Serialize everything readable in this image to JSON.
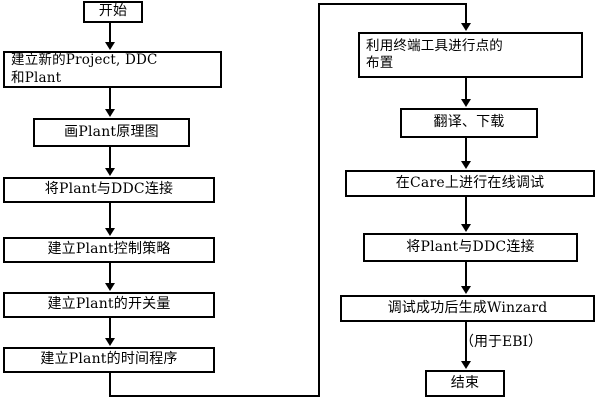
{
  "chart_data": {
    "type": "diagram",
    "title": "",
    "orientation": "two-column top-to-bottom",
    "nodes": [
      {
        "id": "start",
        "label": "开始",
        "shape": "rectangle",
        "column": "left"
      },
      {
        "id": "new-project",
        "label": "建立新的Project, DDC\n和Plant",
        "shape": "rectangle",
        "column": "left"
      },
      {
        "id": "draw-plant",
        "label": "画Plant原理图",
        "shape": "rectangle",
        "column": "left"
      },
      {
        "id": "link-ddc-1",
        "label": "将Plant与DDC连接",
        "shape": "rectangle",
        "column": "left"
      },
      {
        "id": "strategy",
        "label": "建立Plant控制策略",
        "shape": "rectangle",
        "column": "left"
      },
      {
        "id": "switch",
        "label": "建立Plant的开关量",
        "shape": "rectangle",
        "column": "left"
      },
      {
        "id": "schedule",
        "label": "建立Plant的时间程序",
        "shape": "rectangle",
        "column": "left"
      },
      {
        "id": "terminal",
        "label": "利用终端工具进行点的\n布置",
        "shape": "rectangle",
        "column": "right"
      },
      {
        "id": "translate",
        "label": "翻译、下载",
        "shape": "rectangle",
        "column": "right"
      },
      {
        "id": "care-debug",
        "label": "在Care上进行在线调试",
        "shape": "rectangle",
        "column": "right"
      },
      {
        "id": "link-ddc-2",
        "label": "将Plant与DDC连接",
        "shape": "rectangle",
        "column": "right"
      },
      {
        "id": "winzard",
        "label": "调试成功后生成Winzard",
        "shape": "rectangle",
        "column": "right"
      },
      {
        "id": "end",
        "label": "结束",
        "shape": "rectangle",
        "column": "right"
      }
    ],
    "annotations": [
      {
        "id": "ebi-note",
        "label": "（用于EBI）"
      }
    ],
    "edges": [
      {
        "from": "start",
        "to": "new-project"
      },
      {
        "from": "new-project",
        "to": "draw-plant"
      },
      {
        "from": "draw-plant",
        "to": "link-ddc-1"
      },
      {
        "from": "link-ddc-1",
        "to": "strategy"
      },
      {
        "from": "strategy",
        "to": "switch"
      },
      {
        "from": "switch",
        "to": "schedule"
      },
      {
        "from": "schedule",
        "to": "terminal"
      },
      {
        "from": "terminal",
        "to": "translate"
      },
      {
        "from": "translate",
        "to": "care-debug"
      },
      {
        "from": "care-debug",
        "to": "link-ddc-2"
      },
      {
        "from": "link-ddc-2",
        "to": "winzard"
      },
      {
        "from": "winzard",
        "to": "end"
      }
    ],
    "colors": {
      "background": "#ffffff",
      "node_fill": "#ffffff",
      "node_stroke": "#000000",
      "edge_stroke": "#000000",
      "text": "#000000"
    }
  },
  "flow": {
    "left": {
      "start": "开始",
      "new_project": "建立新的Project, DDC\n和Plant",
      "draw_plant": "画Plant原理图",
      "link_ddc": "将Plant与DDC连接",
      "strategy": "建立Plant控制策略",
      "switch": "建立Plant的开关量",
      "schedule": "建立Plant的时间程序"
    },
    "right": {
      "terminal": "利用终端工具进行点的\n布置",
      "translate": "翻译、下载",
      "care_debug": "在Care上进行在线调试",
      "link_ddc": "将Plant与DDC连接",
      "winzard": "调试成功后生成Winzard",
      "ebi_note": "（用于EBI）",
      "end": "结束"
    }
  }
}
